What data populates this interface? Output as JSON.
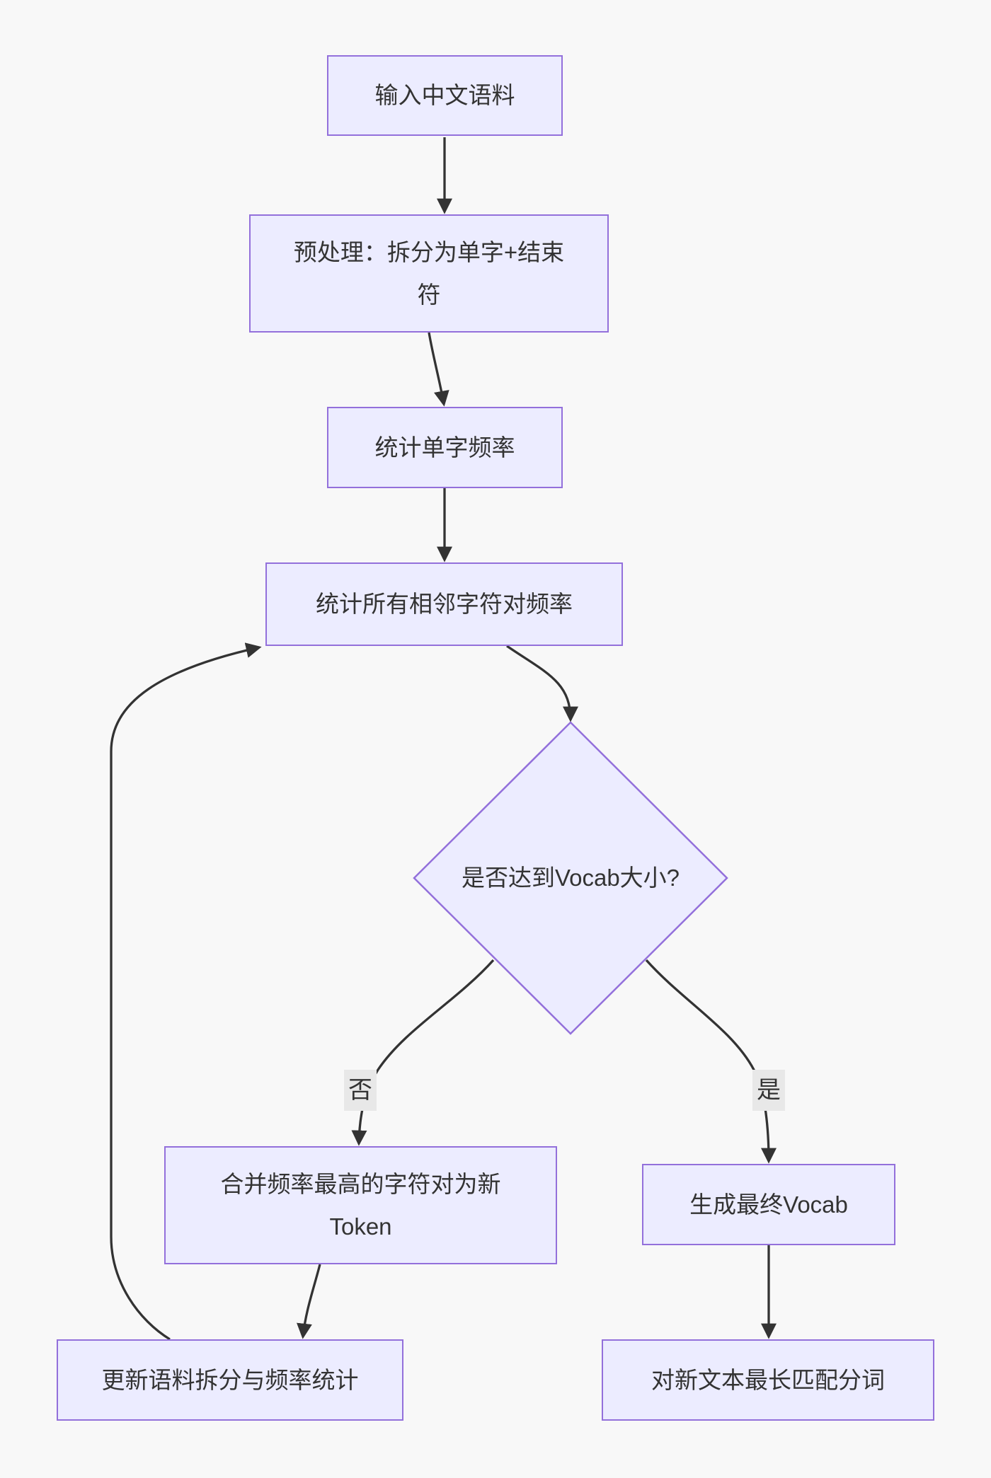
{
  "diagram": {
    "type": "flowchart",
    "direction": "top-down",
    "colors": {
      "background": "#f8f8f8",
      "node_fill": "#ececff",
      "node_border": "#9370db",
      "edge_line": "#333333",
      "text": "#333333",
      "edge_label_bg": "#e8e8e8"
    },
    "nodes": [
      {
        "id": "input",
        "shape": "rectangle",
        "label": "输入中文语料"
      },
      {
        "id": "preprocess",
        "shape": "rectangle",
        "label": "预处理：拆分为单字+结束\n符"
      },
      {
        "id": "char_freq",
        "shape": "rectangle",
        "label": "统计单字频率"
      },
      {
        "id": "pair_freq",
        "shape": "rectangle",
        "label": "统计所有相邻字符对频率"
      },
      {
        "id": "vocab_check",
        "shape": "diamond",
        "label": "是否达到Vocab大小?"
      },
      {
        "id": "merge_pair",
        "shape": "rectangle",
        "label": "合并频率最高的字符对为新\nToken"
      },
      {
        "id": "gen_vocab",
        "shape": "rectangle",
        "label": "生成最终Vocab"
      },
      {
        "id": "update_stats",
        "shape": "rectangle",
        "label": "更新语料拆分与频率统计"
      },
      {
        "id": "segment_new",
        "shape": "rectangle",
        "label": "对新文本最长匹配分词"
      }
    ],
    "edges": [
      {
        "from": "input",
        "to": "preprocess",
        "label": ""
      },
      {
        "from": "preprocess",
        "to": "char_freq",
        "label": ""
      },
      {
        "from": "char_freq",
        "to": "pair_freq",
        "label": ""
      },
      {
        "from": "pair_freq",
        "to": "vocab_check",
        "label": ""
      },
      {
        "from": "vocab_check",
        "to": "merge_pair",
        "label": "否"
      },
      {
        "from": "vocab_check",
        "to": "gen_vocab",
        "label": "是"
      },
      {
        "from": "merge_pair",
        "to": "update_stats",
        "label": ""
      },
      {
        "from": "update_stats",
        "to": "pair_freq",
        "label": ""
      },
      {
        "from": "gen_vocab",
        "to": "segment_new",
        "label": ""
      }
    ]
  }
}
